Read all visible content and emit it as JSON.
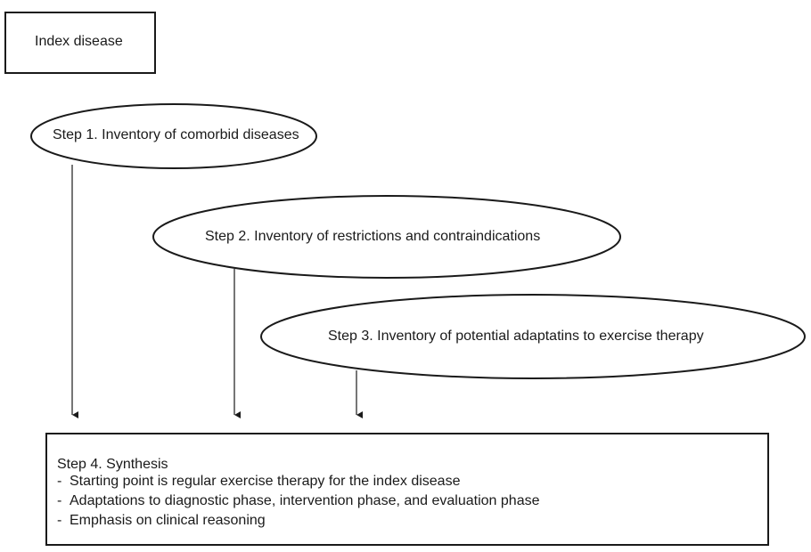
{
  "diagram": {
    "index_box": {
      "label": "Index disease"
    },
    "steps": [
      {
        "label": "Step 1. Inventory of comorbid diseases"
      },
      {
        "label": "Step 2. Inventory of restrictions and contraindications"
      },
      {
        "label": "Step 3. Inventory of potential adaptatins to exercise therapy"
      }
    ],
    "synthesis": {
      "title": "Step 4. Synthesis",
      "bullet_marker": "-",
      "items": [
        "Starting point is regular exercise therapy for the index disease",
        "Adaptations to diagnostic phase, intervention phase, and evaluation phase",
        "Emphasis on clinical reasoning"
      ]
    }
  }
}
